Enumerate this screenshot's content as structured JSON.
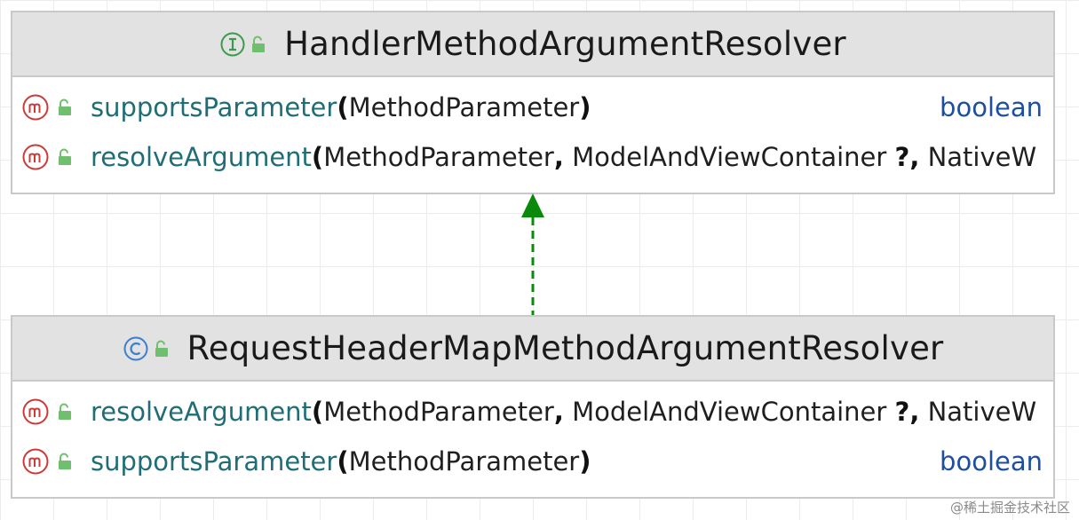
{
  "diagram": {
    "interface_box": {
      "title": "HandlerMethodArgumentResolver",
      "kind_icon": "interface-icon",
      "kind_color": "#3c9a4a",
      "members": [
        {
          "name": "supportsParameter",
          "open": "(",
          "params": "MethodParameter",
          "close": ")",
          "return_type": "boolean"
        },
        {
          "name": "resolveArgument",
          "open": "(",
          "params": "MethodParameter",
          "comma": ",",
          "params_rest": " ModelAndViewContainer ",
          "nullable": "?,",
          "params_tail": " NativeW"
        }
      ]
    },
    "class_box": {
      "title": "RequestHeaderMapMethodArgumentResolver",
      "kind_icon": "class-icon",
      "kind_color": "#3a7fd0",
      "members": [
        {
          "name": "resolveArgument",
          "open": "(",
          "params": "MethodParameter",
          "comma": ",",
          "params_rest": " ModelAndViewContainer ",
          "nullable": "?,",
          "params_tail": " NativeW"
        },
        {
          "name": "supportsParameter",
          "open": "(",
          "params": "MethodParameter",
          "close": ")",
          "return_type": "boolean"
        }
      ]
    },
    "relation": {
      "type": "implements",
      "style": "dashed",
      "color": "#0a8a0a"
    },
    "colors": {
      "method_icon": "#cc3b3b",
      "lock_icon": "#6fbf6f",
      "method_name": "#1f6e76",
      "return_type": "#1d4f9e"
    }
  },
  "watermark": "@稀土掘金技术社区"
}
